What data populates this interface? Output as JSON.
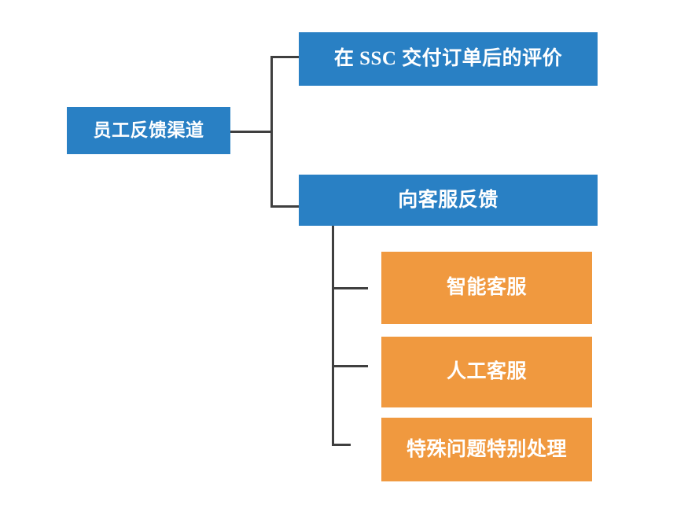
{
  "diagram": {
    "title_root": "员工反馈渠道",
    "theme": {
      "blue": "#2980c4",
      "orange": "#f0993f",
      "connector": "#3f3f3f",
      "background": "#ffffff",
      "text": "#ffffff"
    },
    "nodes": {
      "root": {
        "label": "员工反馈渠道",
        "color": "#2980c4",
        "level": 0
      },
      "level1": [
        {
          "label": "在 SSC 交付订单后的评价",
          "color": "#2980c4"
        },
        {
          "label": "向客服反馈",
          "color": "#2980c4"
        }
      ],
      "level2": [
        {
          "label": "智能客服",
          "color": "#f0993f"
        },
        {
          "label": "人工客服",
          "color": "#f0993f"
        },
        {
          "label": "特殊问题特别处理",
          "color": "#f0993f"
        }
      ]
    }
  }
}
